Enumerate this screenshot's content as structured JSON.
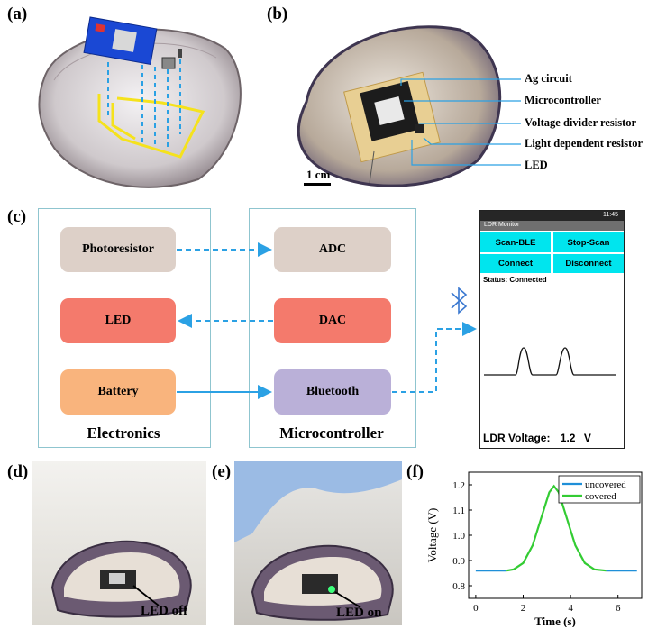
{
  "panels": {
    "a": "(a)",
    "b": "(b)",
    "c": "(c)",
    "d": "(d)",
    "e": "(e)",
    "f": "(f)"
  },
  "panel_b": {
    "callouts": [
      "Ag circuit",
      "Microcontroller",
      "Voltage divider resistor",
      "Light dependent resistor",
      "LED"
    ],
    "scale_bar": "1 cm"
  },
  "panel_c": {
    "electronics": {
      "title": "Electronics",
      "boxes": [
        "Photoresistor",
        "LED",
        "Battery"
      ]
    },
    "microcontroller": {
      "title": "Microcontroller",
      "boxes": [
        "ADC",
        "DAC",
        "Bluetooth"
      ]
    },
    "colors": {
      "photoresistor": "#ddd0c8",
      "adc": "#ddd0c8",
      "led": "#f47a6c",
      "dac": "#f47a6c",
      "battery": "#f9b47d",
      "bluetooth": "#bab0d8",
      "arrow": "#2ba1e4",
      "frame": "#8fc5cf"
    },
    "phone": {
      "status_time": "11:45",
      "app_title": "LDR Monitor",
      "buttons": [
        "Scan-BLE",
        "Stop-Scan",
        "Connect",
        "Disconnect"
      ],
      "status": "Status: Connected",
      "readout_label": "LDR Voltage:",
      "readout_value": "1.2",
      "readout_unit": "V"
    },
    "bluetooth_icon": "bluetooth-icon"
  },
  "panel_d": {
    "label": "LED off"
  },
  "panel_e": {
    "label": "LED on"
  },
  "chart_data": {
    "type": "line",
    "xlabel": "Time (s)",
    "ylabel": "Voltage (V)",
    "xlim": [
      -0.3,
      7.0
    ],
    "ylim": [
      0.75,
      1.25
    ],
    "xticks": [
      0,
      2,
      4,
      6
    ],
    "yticks": [
      0.8,
      0.9,
      1.0,
      1.1,
      1.2
    ],
    "legend_position": "top-right",
    "series": [
      {
        "name": "uncovered",
        "color": "#1f8fd8",
        "x": [
          0,
          1.1,
          1.3
        ],
        "y": [
          0.86,
          0.86,
          0.86
        ]
      },
      {
        "name": "covered",
        "color": "#33cc33",
        "x": [
          1.3,
          1.6,
          2.0,
          2.4,
          2.8,
          3.1,
          3.3,
          3.5,
          3.8,
          4.2,
          4.6,
          5.0,
          5.5
        ],
        "y": [
          0.86,
          0.865,
          0.89,
          0.96,
          1.08,
          1.17,
          1.195,
          1.17,
          1.08,
          0.96,
          0.89,
          0.865,
          0.86
        ]
      },
      {
        "name": "uncovered",
        "color": "#1f8fd8",
        "x": [
          5.5,
          6.0,
          6.8
        ],
        "y": [
          0.86,
          0.86,
          0.86
        ]
      }
    ]
  }
}
